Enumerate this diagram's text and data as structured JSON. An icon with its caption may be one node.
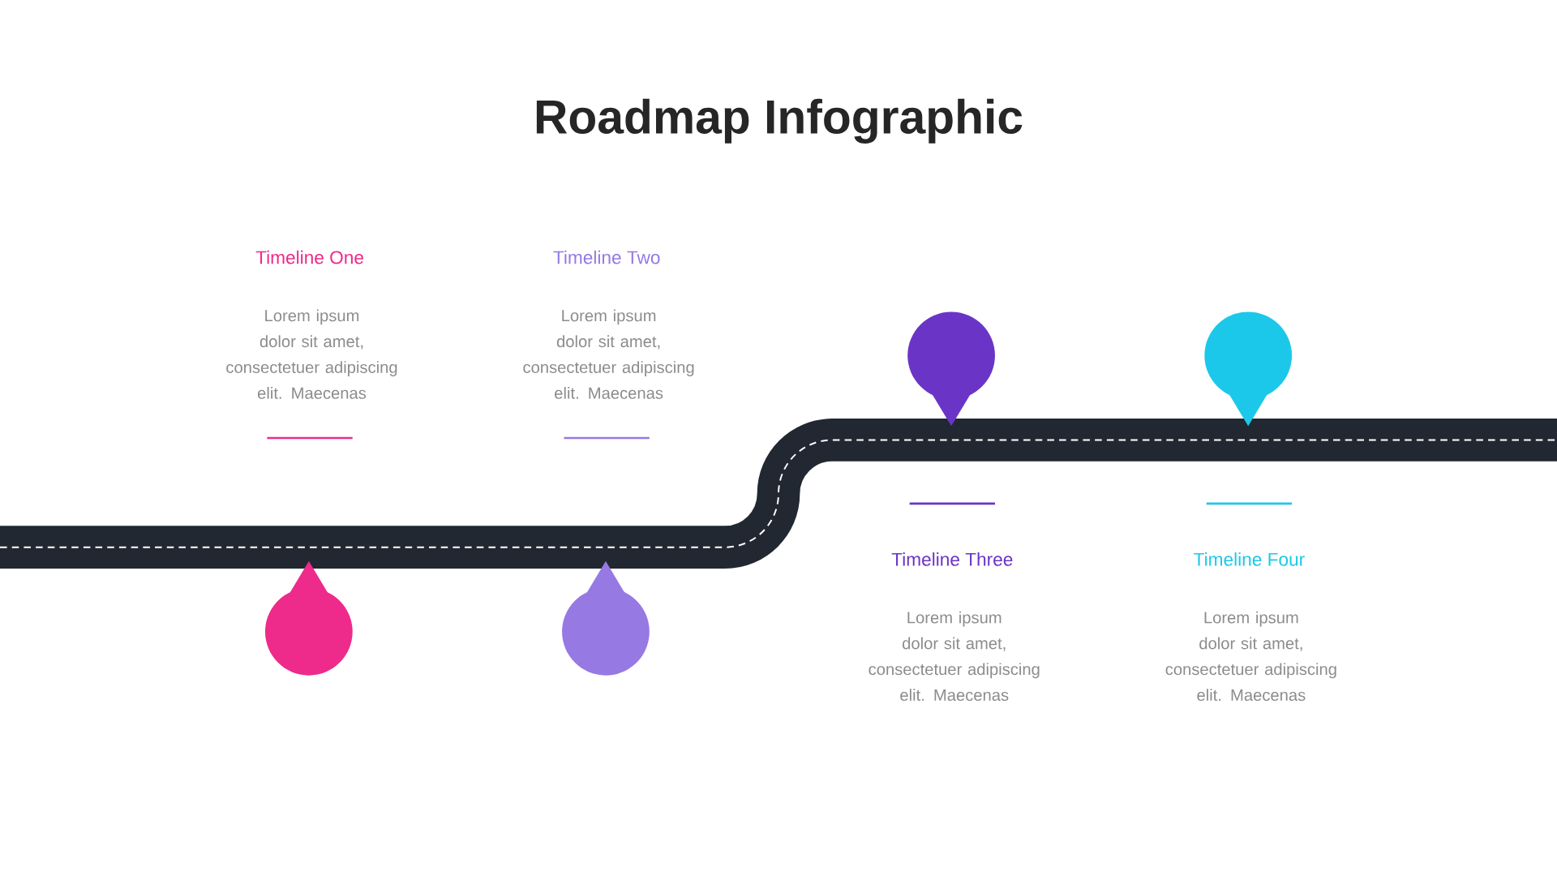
{
  "diagram": {
    "title": "Roadmap Infographic",
    "labels": [
      "Timeline One",
      "Lorem ipsum dolor sit amet, consectetuer adipiscing elit. Maecenas",
      "Timeline Two",
      "Lorem ipsum dolor sit amet, consectetuer adipiscing elit. Maecenas",
      "Timeline Three",
      "Lorem ipsum dolor sit amet, consectetuer adipiscing elit. Maecenas",
      "Timeline Four",
      "Lorem ipsum dolor sit amet, consectetuer adipiscing elit. Maecenas"
    ]
  }
}
